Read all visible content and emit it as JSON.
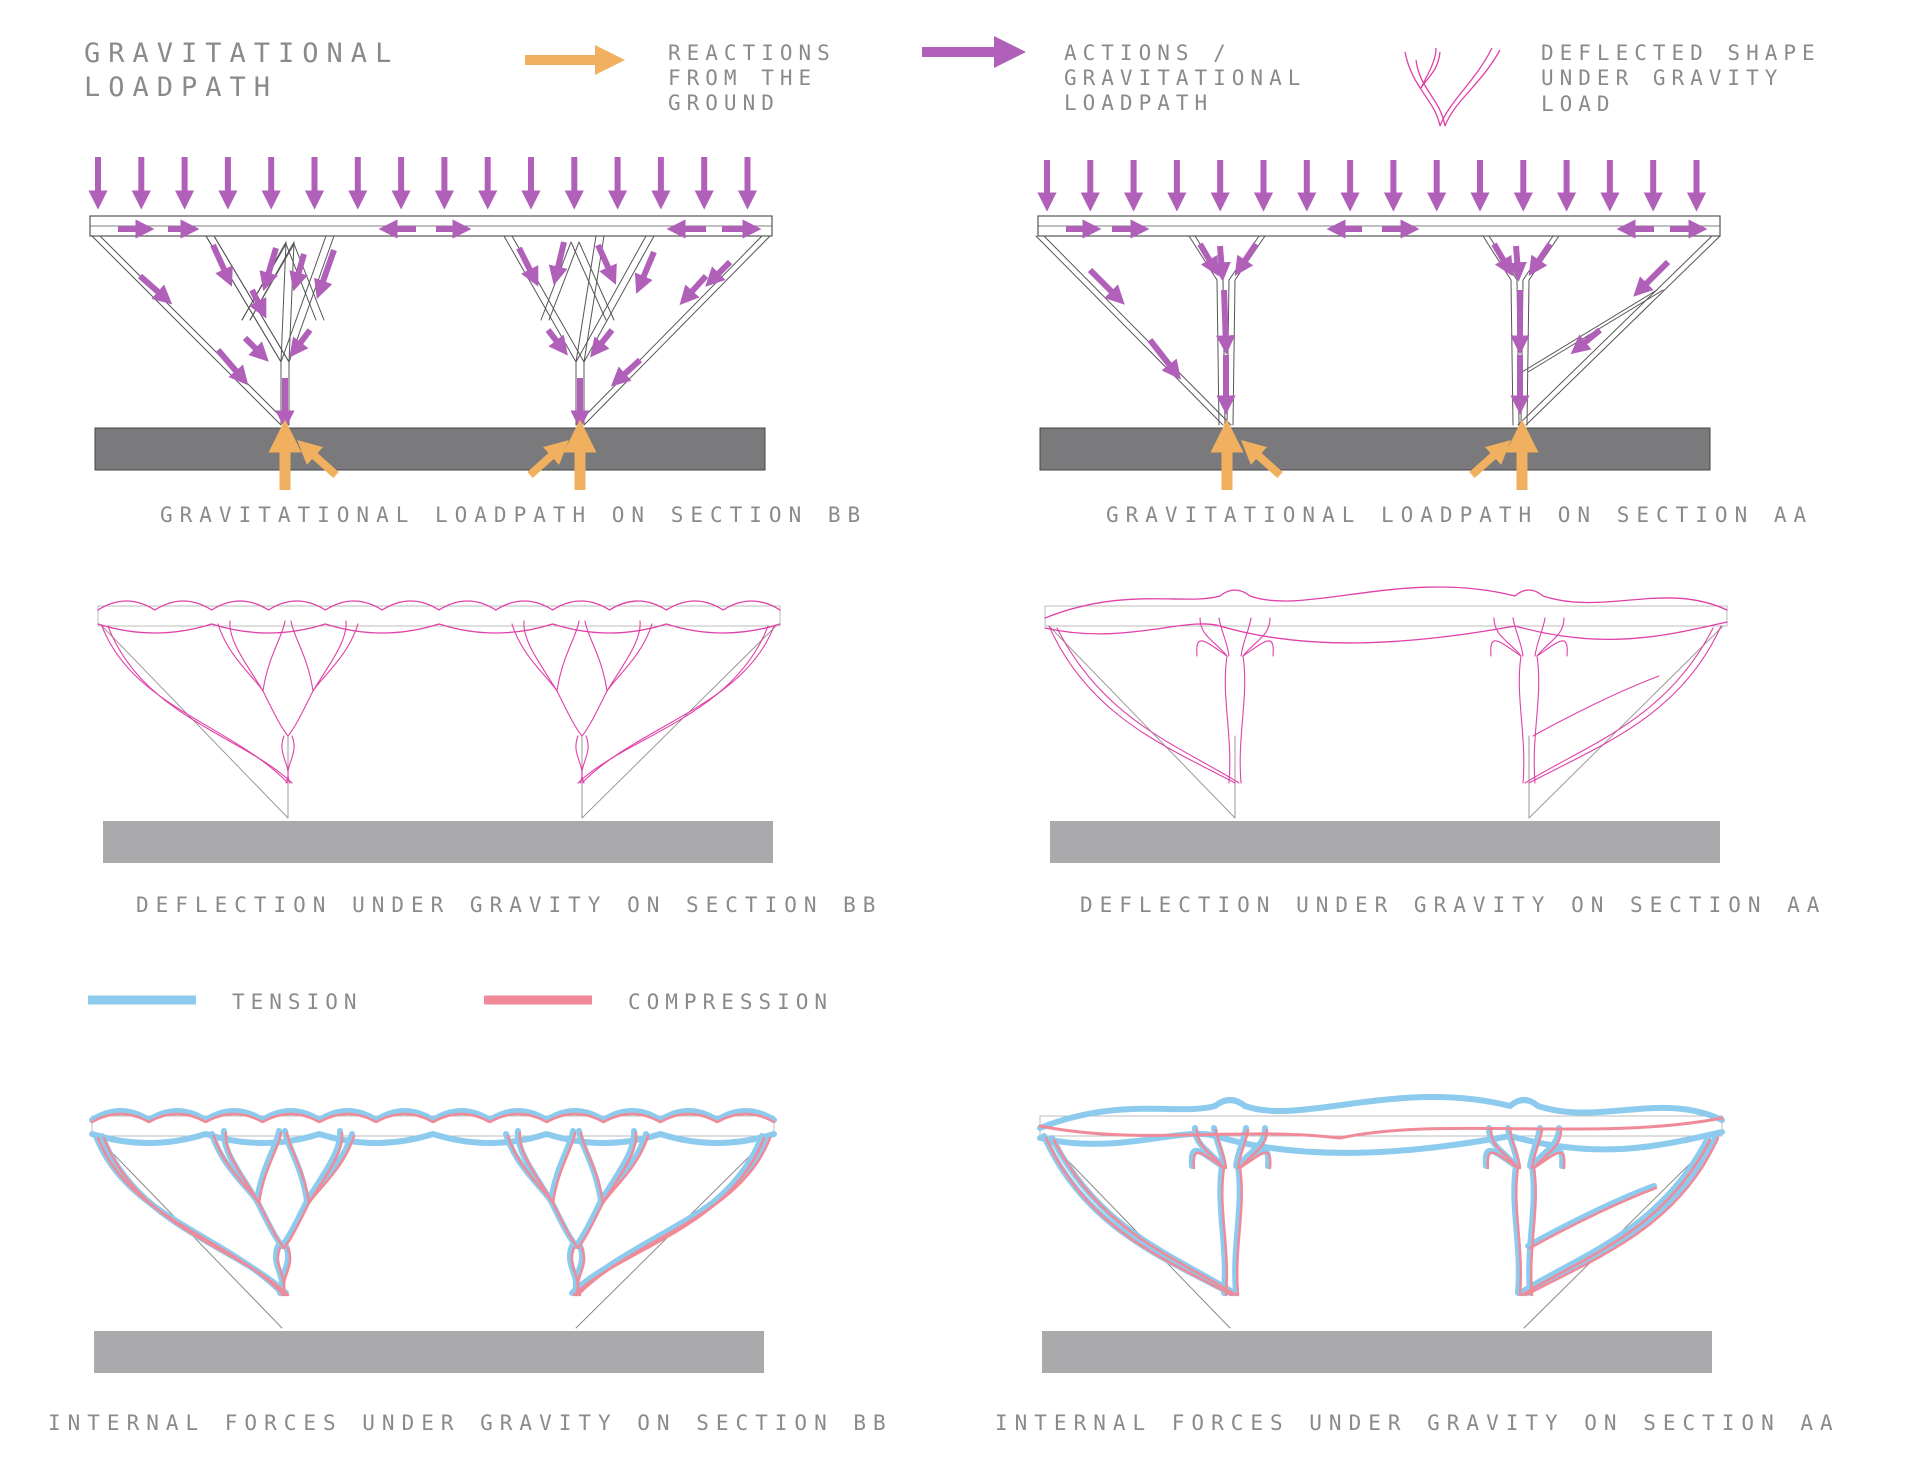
{
  "title_lines": [
    "GRAVITATIONAL",
    "LOADPATH"
  ],
  "legend": {
    "reactions": [
      "REACTIONS",
      "FROM THE",
      "GROUND"
    ],
    "actions": [
      "ACTIONS /",
      "GRAVITATIONAL",
      "LOADPATH"
    ],
    "deflected": [
      "DEFLECTED SHAPE",
      "UNDER GRAVITY",
      "LOAD"
    ],
    "tension": "TENSION",
    "compression": "COMPRESSION"
  },
  "captions": {
    "loadpath_bb": "GRAVITATIONAL LOADPATH ON SECTION BB",
    "loadpath_aa": "GRAVITATIONAL LOADPATH ON SECTION AA",
    "deflection_bb": "DEFLECTION UNDER GRAVITY ON SECTION BB",
    "deflection_aa": "DEFLECTION UNDER GRAVITY ON SECTION AA",
    "forces_bb": "INTERNAL FORCES UNDER GRAVITY ON SECTION BB",
    "forces_aa": "INTERNAL FORCES UNDER GRAVITY ON SECTION AA"
  },
  "colors": {
    "reaction_arrow": "#f0b060",
    "action_arrow": "#b060b8",
    "deflection": "#e040a8",
    "tension": "#8ccbee",
    "compression": "#f08a98",
    "structure": "#555555",
    "ground_dark": "#7a7a7c",
    "ground_light": "#aaaaac",
    "label_text": "#8a8a8a"
  }
}
